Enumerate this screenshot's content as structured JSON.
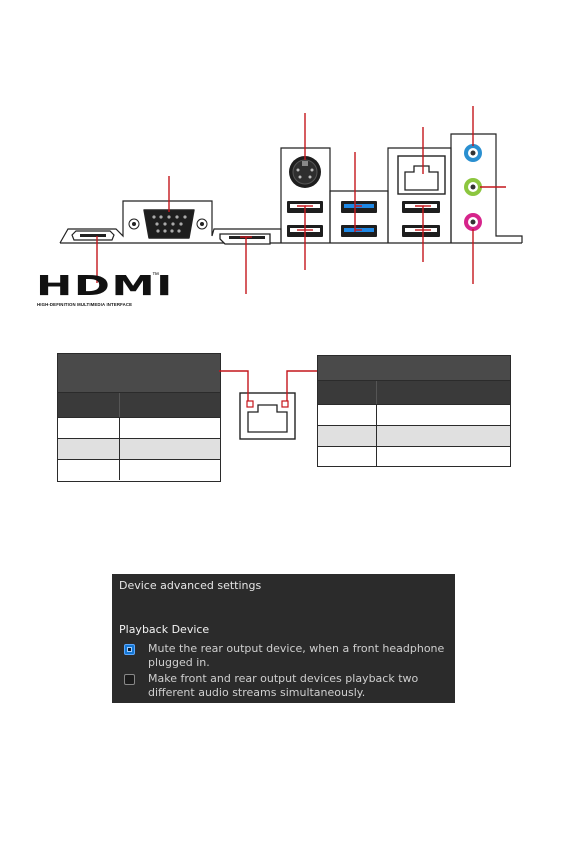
{
  "panel": {
    "title": "Device advanced settings",
    "section": "Playback Device",
    "options": [
      {
        "label": "Mute the rear output device, when a front headphone plugged in.",
        "checked": true
      },
      {
        "label": "Make front and rear output devices playback two different audio streams simultaneously.",
        "checked": false
      }
    ]
  },
  "logo": {
    "wordmark": "HDMI",
    "trademark": "™",
    "tagline": "HIGH-DEFINITION MULTIMEDIA INTERFACE"
  },
  "colors": {
    "leader": "#c4161c",
    "jack_blue": "#2a8fd0",
    "jack_green": "#8cc63f",
    "jack_pink": "#d6248b",
    "usb3_blue": "#1e88e5",
    "table_header": "#4a4a4a",
    "panel_bg": "#2b2b2b",
    "checkbox": "#1476d2"
  },
  "icons": [
    "hdmi-port-icon",
    "vga-port-icon",
    "displayport-icon",
    "ps2-port-icon",
    "usb2-port-icon",
    "usb3-port-icon",
    "lan-port-icon",
    "audio-jack-icon",
    "checkbox-icon"
  ]
}
